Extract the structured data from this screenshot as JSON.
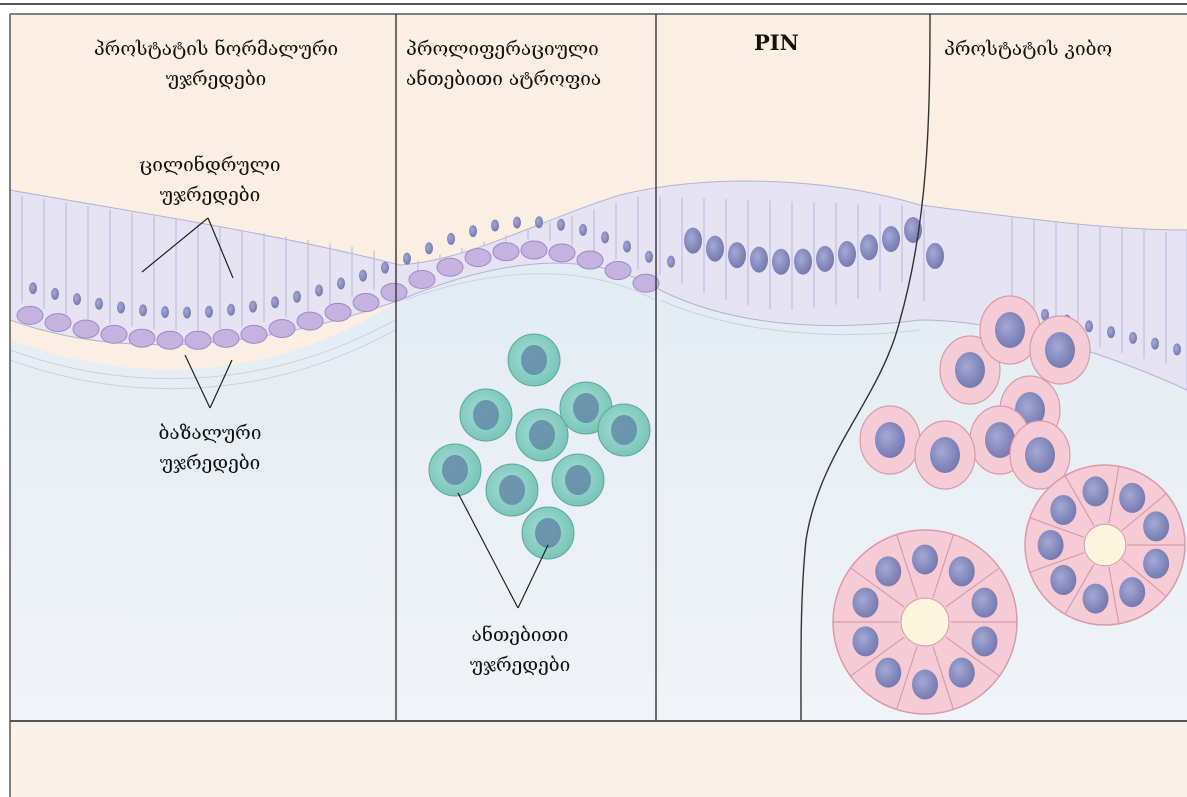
{
  "columns": [
    {
      "title_line1": "პროსტატის ნორმალური",
      "title_line2": "უჯრედები"
    },
    {
      "title_line1": "პროლიფერაციული",
      "title_line2": "ანთებითი ატროფია"
    },
    {
      "title_line1": "PIN",
      "title_line2": ""
    },
    {
      "title_line1": "პროსტატის კიბო",
      "title_line2": ""
    }
  ],
  "labels": {
    "columnar": {
      "line1": "ცილინდრული",
      "line2": "უჯრედები"
    },
    "basal": {
      "line1": "ბაზალური",
      "line2": "უჯრედები"
    },
    "inflammatory": {
      "line1": "ანთებითი",
      "line2": "უჯრედები"
    }
  },
  "colors": {
    "lumen_background": "#fbeee3",
    "stroma": "#e9eff5",
    "normal_epithelium": "#e6e3f3",
    "basal_cell": "#c6b2df",
    "nucleus": "#8b8fc4",
    "inflammatory_cell": "#86cfc4",
    "cancer_cell": "#f5ccd6",
    "divider": "#333333"
  }
}
